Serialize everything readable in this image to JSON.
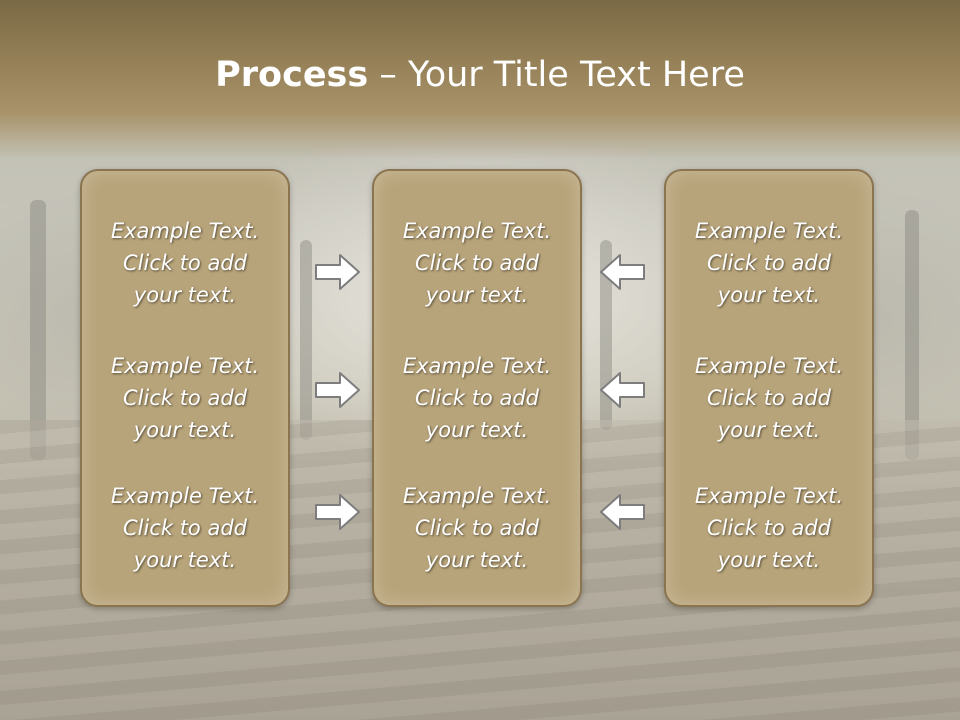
{
  "title": {
    "bold": "Process",
    "rest": " – Your Title Text Here"
  },
  "columns": [
    {
      "blocks": [
        {
          "line1": "Example Text.",
          "line2": "Click  to add",
          "line3": "your text."
        },
        {
          "line1": "Example Text.",
          "line2": "Click  to add",
          "line3": "your text."
        },
        {
          "line1": "Example Text.",
          "line2": "Click  to add",
          "line3": "your text."
        }
      ]
    },
    {
      "blocks": [
        {
          "line1": "Example Text.",
          "line2": "Click  to add",
          "line3": "your text."
        },
        {
          "line1": "Example Text.",
          "line2": "Click  to add",
          "line3": "your text."
        },
        {
          "line1": "Example Text.",
          "line2": "Click  to add",
          "line3": "your text."
        }
      ]
    },
    {
      "blocks": [
        {
          "line1": "Example Text.",
          "line2": "Click  to add",
          "line3": "your text."
        },
        {
          "line1": "Example Text.",
          "line2": "Click  to add",
          "line3": "your text."
        },
        {
          "line1": "Example Text.",
          "line2": "Click  to add",
          "line3": "your text."
        }
      ]
    }
  ],
  "arrows": {
    "left_to_center": [
      "arrow-right-icon",
      "arrow-right-icon",
      "arrow-right-icon"
    ],
    "right_to_center": [
      "arrow-left-icon",
      "arrow-left-icon",
      "arrow-left-icon"
    ]
  },
  "colors": {
    "panel": "#b8a47a",
    "title_band": "#968158",
    "text": "#ffffff"
  }
}
